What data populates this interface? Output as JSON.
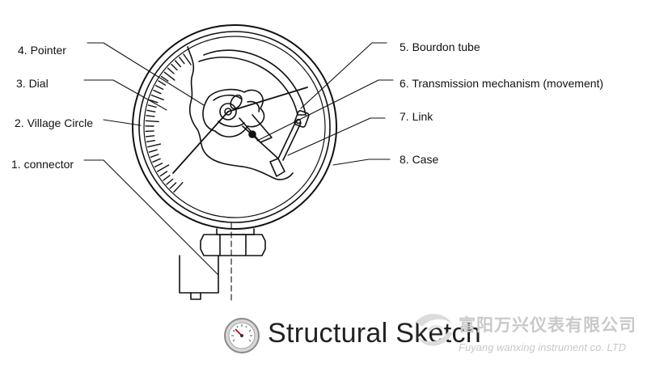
{
  "labels": {
    "pointer": "4. Pointer",
    "dial": "3. Dial",
    "village_circle": "2. Village Circle",
    "connector": "1. connector",
    "bourdon_tube": "5. Bourdon tube",
    "transmission": "6. Transmission mechanism (movement)",
    "link": "7. Link",
    "case": "8. Case"
  },
  "caption": "Structural Sketch",
  "watermark": {
    "company_cn": "富阳万兴仪表有限公司",
    "company_en": "Fuyang wanxing instrument co. LTD"
  },
  "icons": {
    "caption_icon": "pressure-gauge-icon",
    "watermark_logo": "swoosh-logo"
  },
  "colors": {
    "line": "#111111",
    "watermark": "#c9c9c9",
    "gauge_icon_rim": "#8a8a8a"
  }
}
